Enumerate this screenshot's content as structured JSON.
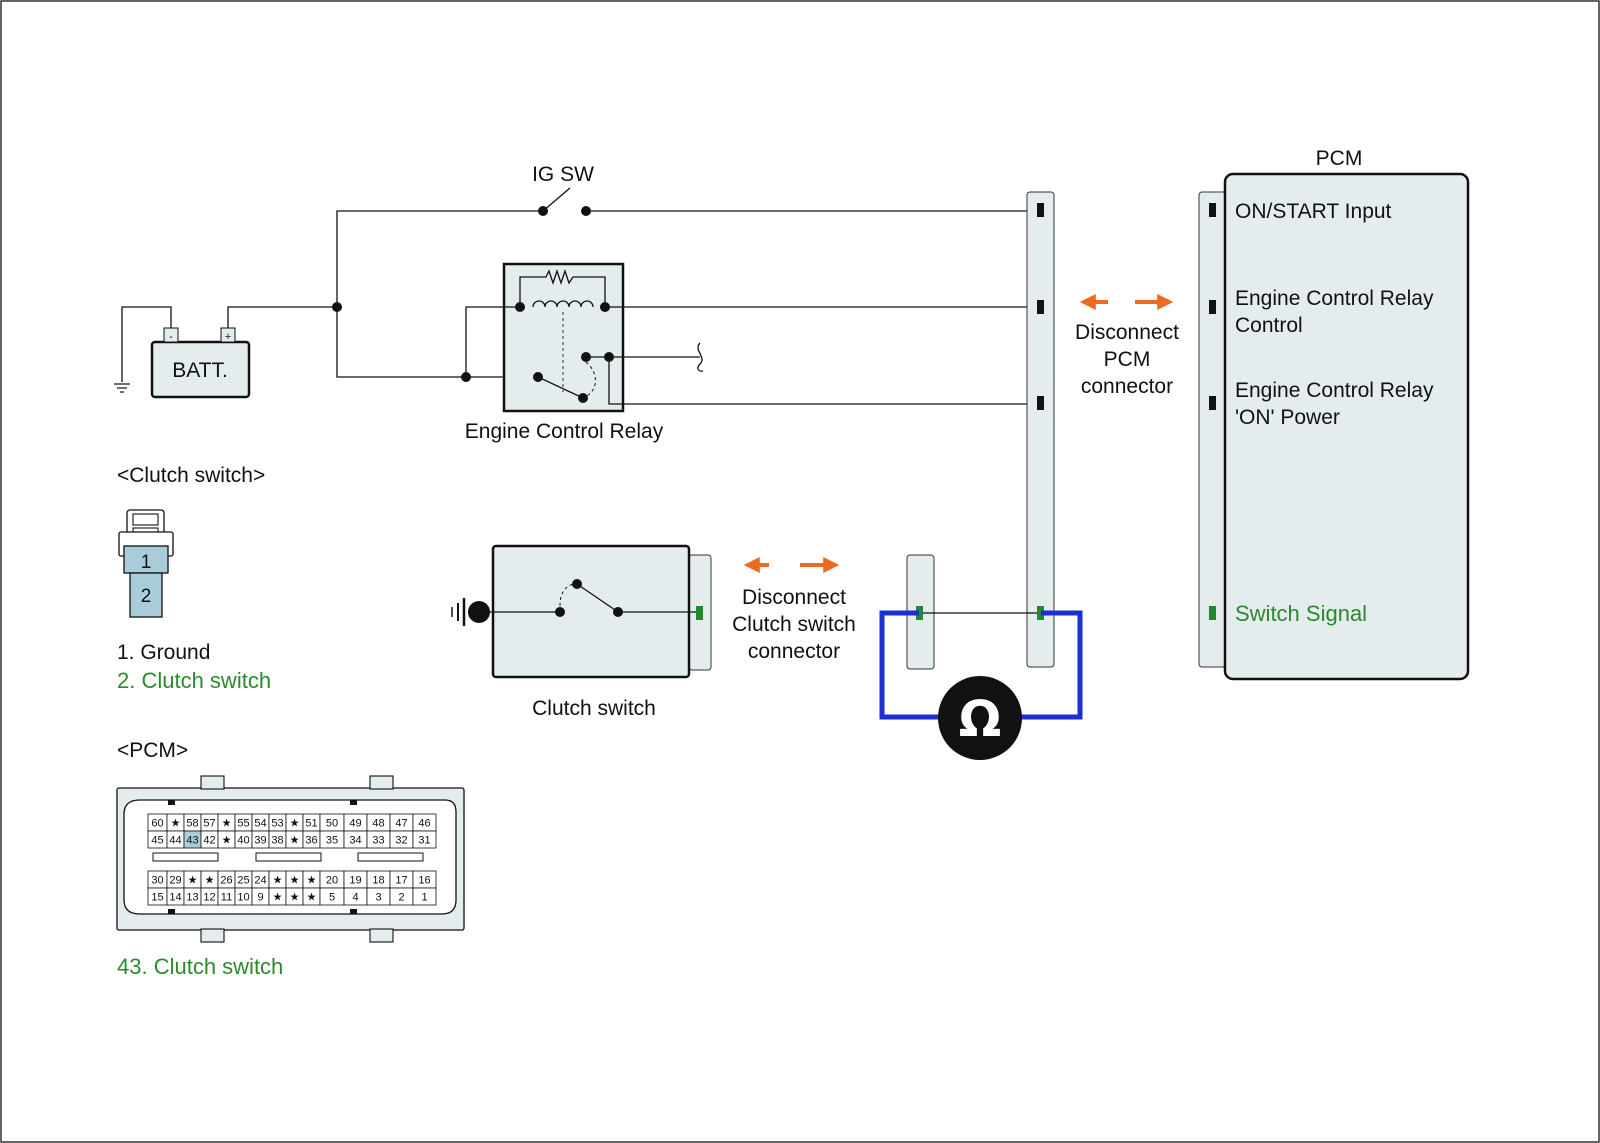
{
  "colors": {
    "component_fill": "#e5ecee",
    "accent_green": "#2b8a2b",
    "arrow_orange": "#ee6a20",
    "meter_wire_blue": "#1b2fd6",
    "pin_highlight": "#a8ccd8"
  },
  "labels": {
    "ig_sw": "IG SW",
    "batt": "BATT.",
    "batt_minus": "-",
    "batt_plus": "+",
    "engine_control_relay": "Engine Control Relay",
    "clutch_switch": "Clutch switch",
    "pcm_title": "PCM",
    "pcm_on_start": "ON/START Input",
    "pcm_ecr_control_1": "Engine Control Relay",
    "pcm_ecr_control_2": "Control",
    "pcm_ecr_on_power_1": "Engine Control Relay",
    "pcm_ecr_on_power_2": "'ON' Power",
    "pcm_switch_signal": "Switch Signal",
    "disconnect_pcm_1": "Disconnect",
    "disconnect_pcm_2": "PCM",
    "disconnect_pcm_3": "connector",
    "disconnect_cs_1": "Disconnect",
    "disconnect_cs_2": "Clutch switch",
    "disconnect_cs_3": "connector",
    "ohm_symbol": "Ω"
  },
  "clutch_connector": {
    "heading": "<Clutch switch>",
    "pin1": "1",
    "pin2": "2",
    "legend_1": "1. Ground",
    "legend_2": "2. Clutch switch"
  },
  "pcm_connector": {
    "heading": "<PCM>",
    "row1": [
      "60",
      "★",
      "58",
      "57",
      "★",
      "55",
      "54",
      "53",
      "★",
      "51",
      "50",
      "49",
      "48",
      "47",
      "46"
    ],
    "row2": [
      "45",
      "44",
      "43",
      "42",
      "★",
      "40",
      "39",
      "38",
      "★",
      "36",
      "35",
      "34",
      "33",
      "32",
      "31"
    ],
    "row3": [
      "30",
      "29",
      "★",
      "★",
      "26",
      "25",
      "24",
      "★",
      "★",
      "★",
      "20",
      "19",
      "18",
      "17",
      "16"
    ],
    "row4": [
      "15",
      "14",
      "13",
      "12",
      "11",
      "10",
      "9",
      "★",
      "★",
      "★",
      "5",
      "4",
      "3",
      "2",
      "1"
    ],
    "highlight_pin": "43",
    "legend": "43. Clutch switch"
  }
}
